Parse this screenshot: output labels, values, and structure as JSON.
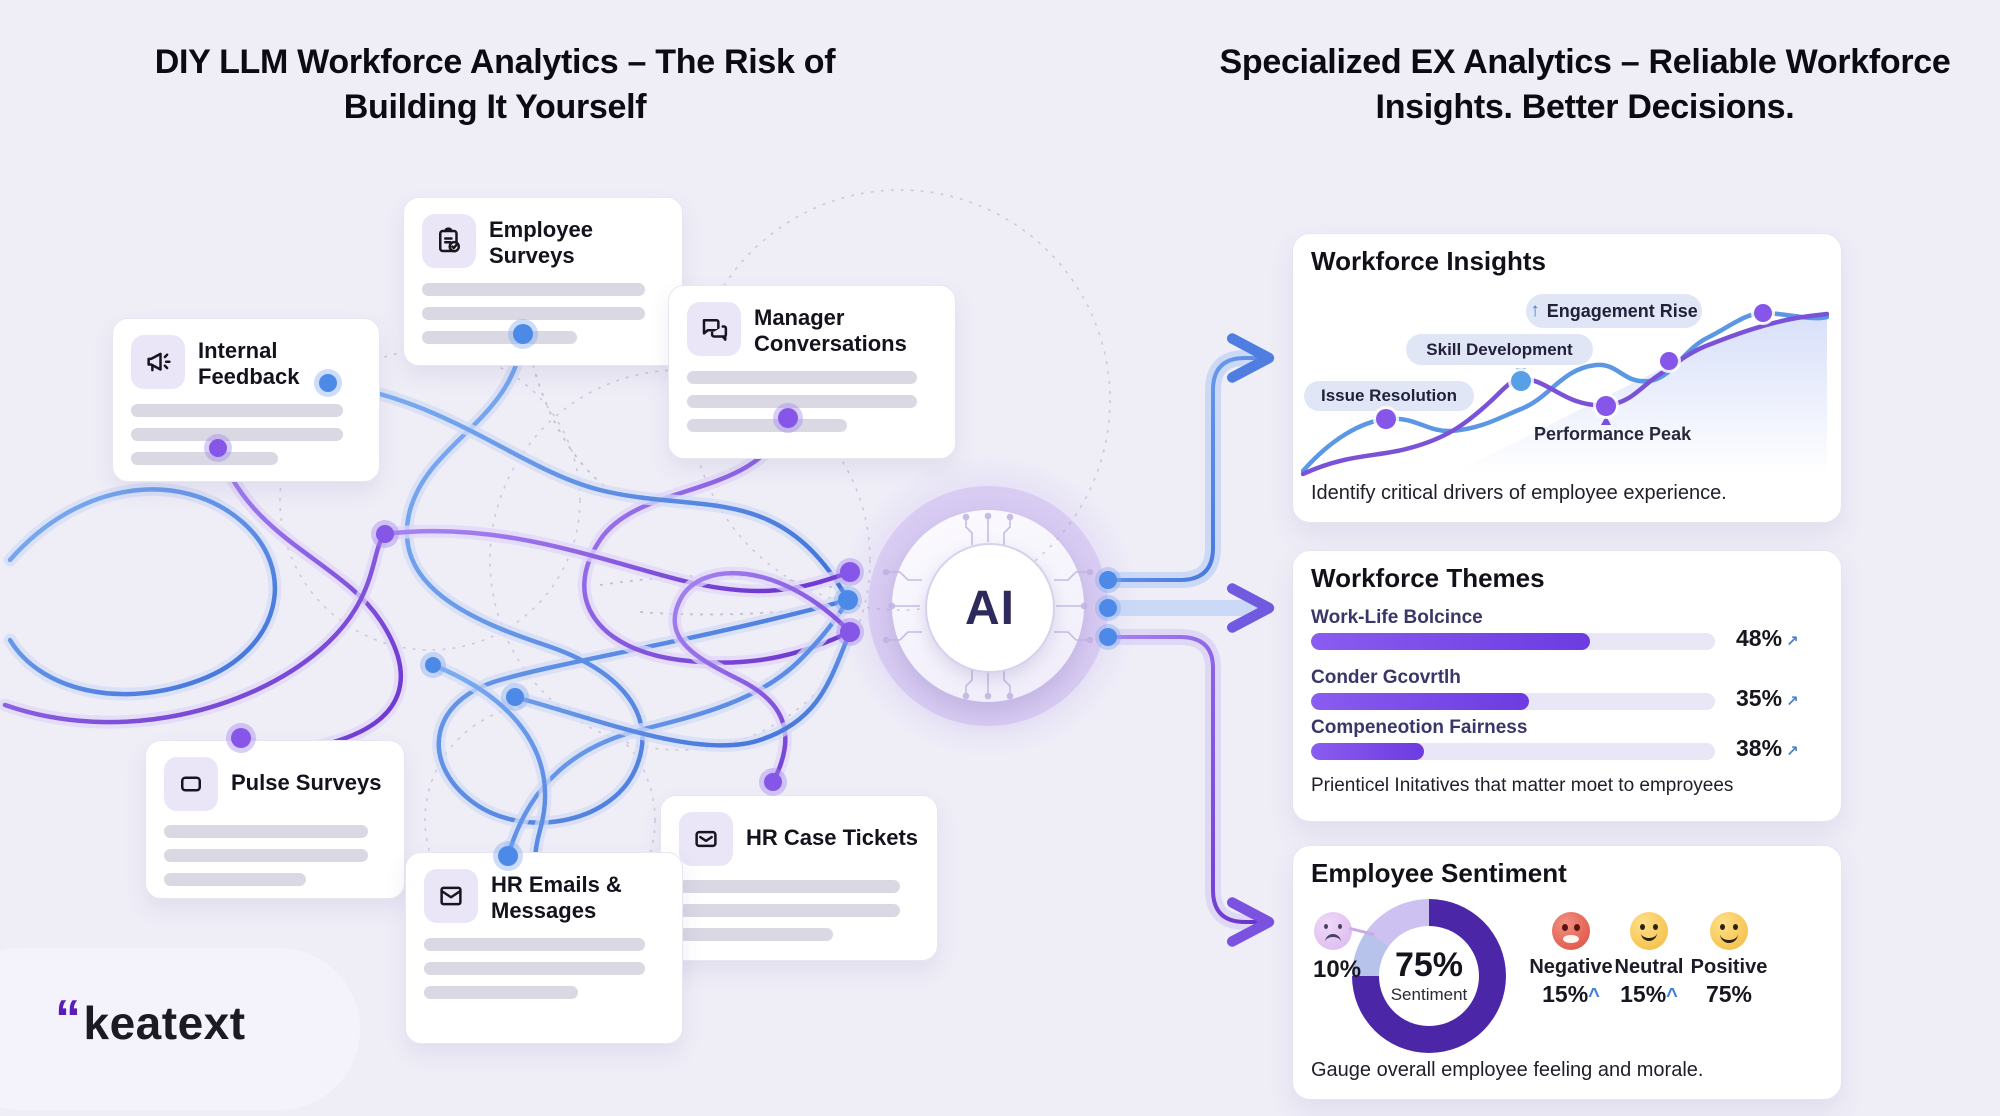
{
  "titles": {
    "left": "DIY LLM Workforce Analytics – The Risk of Building It Yourself",
    "right": "Specialized EX Analytics – Reliable Workforce Insights. Better Decisions."
  },
  "sources": {
    "cards": [
      {
        "id": "employee-surveys",
        "label": "Employee Surveys",
        "icon": "clipboard-check-icon"
      },
      {
        "id": "manager-conversations",
        "label": "Manager Conversations",
        "icon": "chat-bubbles-icon"
      },
      {
        "id": "internal-feedback",
        "label": "Internal Feedback",
        "icon": "megaphone-icon"
      },
      {
        "id": "pulse-surveys",
        "label": "Pulse Surveys",
        "icon": "rounded-rect-icon"
      },
      {
        "id": "hr-case-tickets",
        "label": "HR Case Tickets",
        "icon": "ticket-envelope-icon"
      },
      {
        "id": "hr-emails-messages",
        "label": "HR Emails & Messages",
        "icon": "envelope-icon"
      }
    ]
  },
  "ai_hub": {
    "label": "AI"
  },
  "panels": {
    "insights": {
      "title": "Workforce Insights",
      "caption": "Identify critical drivers of employee experience.",
      "arrow": "↑",
      "annotations": {
        "engagement": "Engagement Rise",
        "skill": "Skill Development",
        "issue": "Issue Resolution",
        "performance": "Performance Peak"
      }
    },
    "themes": {
      "title": "Workforce Themes",
      "caption": "Prienticel Initatives that matter moet to emproyees",
      "rows": [
        {
          "label": "Work-Life Bolcince",
          "value": "48%",
          "fill": 69,
          "trend": "↗"
        },
        {
          "label": "Conder Gcovrtlh",
          "value": "35%",
          "fill": 54,
          "trend": "↗"
        },
        {
          "label": "Compeneotion Fairness",
          "value": "38%",
          "fill": 28,
          "trend": "↗"
        }
      ]
    },
    "sentiment": {
      "title": "Employee Sentiment",
      "caption": "Gauge overall employee feeling and morale.",
      "donut": {
        "center_value": "75%",
        "center_label": "Sentiment",
        "callout_value": "10%",
        "slices": [
          {
            "name": "positive",
            "pct": 75,
            "color": "#4b27a8"
          },
          {
            "name": "negative-callout",
            "pct": 10,
            "color": "#b7c3ea"
          },
          {
            "name": "neutral",
            "pct": 15,
            "color": "#cdc1f1"
          }
        ]
      },
      "legend": [
        {
          "label": "Negative",
          "value": "15%",
          "trend": "^"
        },
        {
          "label": "Neutral",
          "value": "15%",
          "trend": "^"
        },
        {
          "label": "Positive",
          "value": "75%",
          "trend": ""
        }
      ]
    }
  },
  "brand": {
    "mark": "“",
    "name": "keatext"
  },
  "colors": {
    "background": "#efeef7",
    "line_blue": "#4f86e8",
    "line_purple": "#7a4fe0",
    "bar_fill": "#7445e4",
    "donut_purple": "#4b27a8",
    "negative_red": "#dd4b3d",
    "emoji_yellow": "#f2b93c",
    "accent_trend_blue": "#3f7fd6"
  },
  "chart_data": [
    {
      "type": "line",
      "title": "Workforce Insights",
      "series": [
        {
          "name": "engagement-line-blue",
          "x_norm": [
            0,
            0.16,
            0.28,
            0.42,
            0.56,
            0.68,
            0.78,
            0.88,
            1.0
          ],
          "y_norm": [
            0.05,
            0.32,
            0.25,
            0.38,
            0.6,
            0.55,
            0.78,
            0.88,
            0.86
          ]
        },
        {
          "name": "performance-line-purple",
          "x_norm": [
            0,
            0.2,
            0.42,
            0.58,
            0.68,
            0.78,
            0.93,
            1.0
          ],
          "y_norm": [
            0.02,
            0.15,
            0.53,
            0.38,
            0.42,
            0.55,
            0.82,
            0.87
          ]
        }
      ],
      "annotations": [
        "Issue Resolution",
        "Skill Development",
        "Engagement Rise",
        "Performance Peak"
      ],
      "caption": "Identify critical drivers of employee experience.",
      "legend_position": "none",
      "grid": false
    },
    {
      "type": "bar",
      "title": "Workforce Themes",
      "categories": [
        "Work-Life Bolcince",
        "Conder Gcovrtlh",
        "Compeneotion Fairness"
      ],
      "values_label": [
        "48%",
        "35%",
        "38%"
      ],
      "bar_fill_percent_of_track": [
        69,
        54,
        28
      ],
      "caption": "Prienticel Initatives that matter moet to emproyees"
    },
    {
      "type": "pie",
      "title": "Employee Sentiment",
      "slices": [
        {
          "label": "Sentiment (purple)",
          "value": 75
        },
        {
          "label": "callout (light blue)",
          "value": 10
        },
        {
          "label": "remainder (lavender)",
          "value": 15
        }
      ],
      "center_text": "75% Sentiment",
      "callout": "10%",
      "legend": [
        {
          "label": "Negative",
          "value": "15%"
        },
        {
          "label": "Neutral",
          "value": "15%"
        },
        {
          "label": "Positive",
          "value": "75%"
        }
      ],
      "caption": "Gauge overall employee feeling and morale."
    }
  ]
}
